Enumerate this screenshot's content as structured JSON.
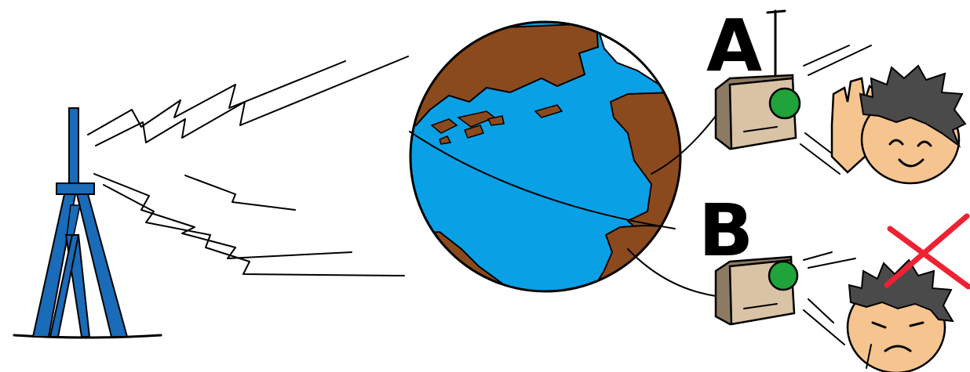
{
  "labels": {
    "receiver_a": "A",
    "receiver_b": "B"
  },
  "colors": {
    "tower": "#1a6bb8",
    "ocean": "#0aa0e6",
    "land": "#8b4a1e",
    "radio_body": "#d9c3a5",
    "radio_side": "#8c7a63",
    "radio_speaker": "#1fa33a",
    "skin": "#f6c48f",
    "hair": "#4a4a4a",
    "cross_mark": "#ee2233"
  },
  "icons": {
    "tower": "broadcast-tower-icon",
    "globe": "earth-globe-icon",
    "radio": "radio-icon",
    "happy_face": "happy-listener-icon",
    "sad_face": "sad-listener-icon",
    "cross": "red-x-icon"
  },
  "states": {
    "receiver_a": "reception-ok",
    "receiver_b": "no-reception"
  }
}
